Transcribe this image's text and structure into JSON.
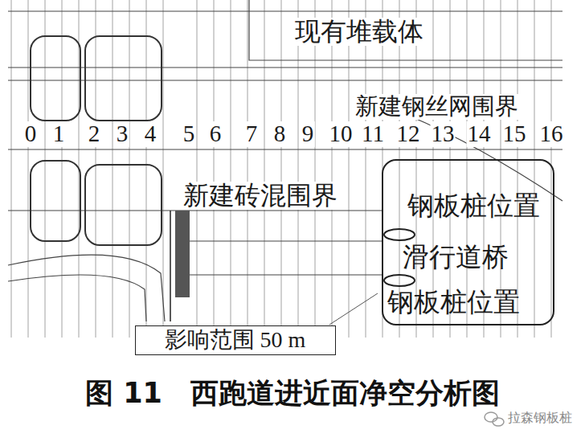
{
  "diagram": {
    "caption": "图 11　西跑道进近面净空分析图",
    "nodes": [
      {
        "text": [
          "钢板桩位置",
          "滑行道桥",
          "钢板桩位置"
        ]
      },
      {
        "text": [
          "影响范围 50 m"
        ]
      }
    ],
    "labels": [
      "现有堆载体",
      "新建钢丝网围界",
      "0",
      "1",
      "2",
      "3",
      "4",
      "5",
      "6",
      "7",
      "8",
      "9",
      "10",
      "11",
      "12",
      "13",
      "14",
      "15",
      "16",
      "新建砖混围界",
      "拉森钢板桩"
    ]
  }
}
